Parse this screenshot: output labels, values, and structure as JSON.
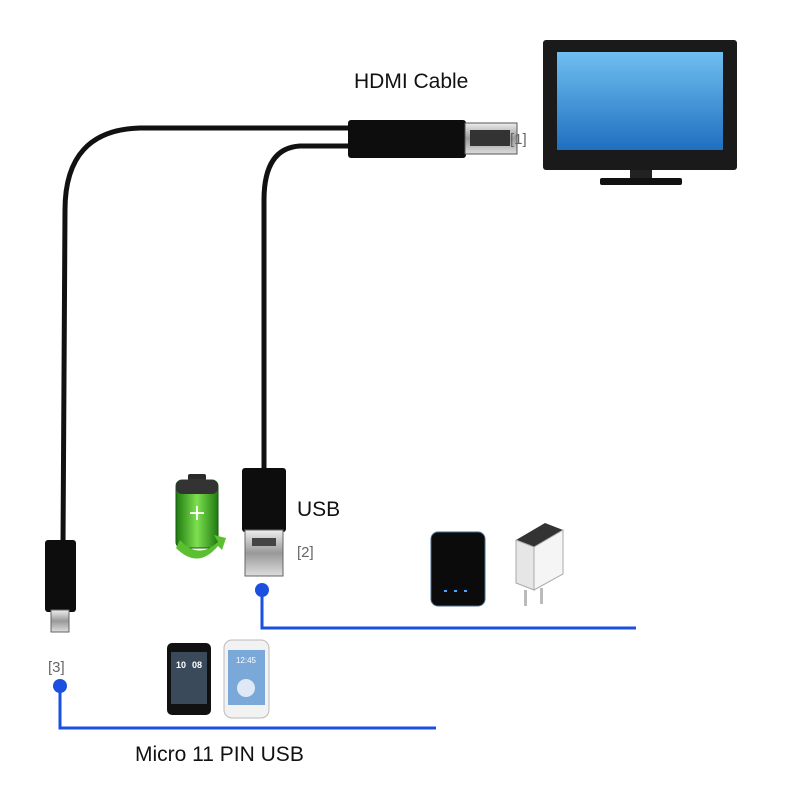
{
  "labels": {
    "hdmi": "HDMI Cable",
    "hdmi_ref": "[1]",
    "usb": "USB",
    "usb_ref": "[2]",
    "micro_ref": "[3]",
    "micro": "Micro 11 PIN USB"
  },
  "devices": {
    "phone1_clock_h": "10",
    "phone1_clock_m": "08",
    "phone2_clock": "12:45"
  },
  "colors": {
    "accent_line": "#1a4fe0",
    "screen": "#3a8fd8",
    "battery": "#3aa020"
  }
}
